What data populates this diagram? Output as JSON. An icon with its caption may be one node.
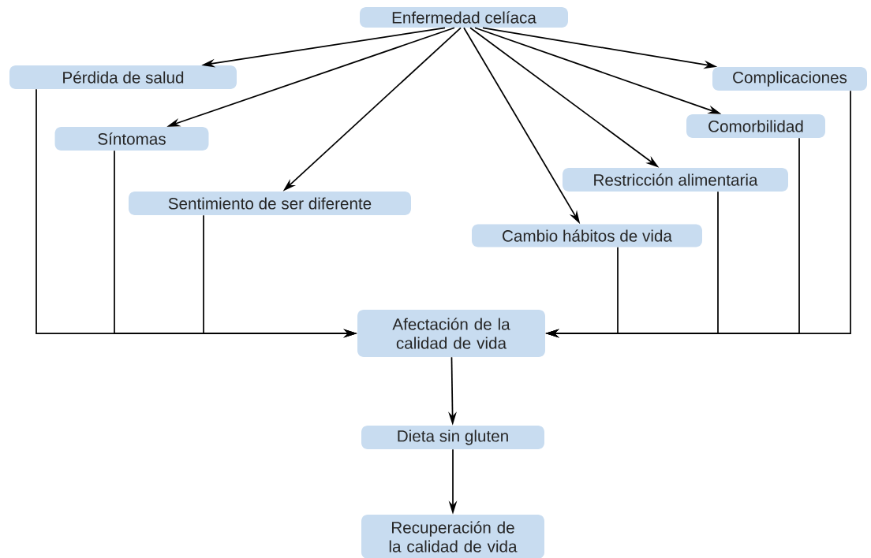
{
  "diagram": {
    "nodes": [
      {
        "text": [
          "Enfermedad celíaca"
        ]
      },
      {
        "text": [
          "Pérdida de salud"
        ]
      },
      {
        "text": [
          "Síntomas"
        ]
      },
      {
        "text": [
          "Sentimiento de ser diferente"
        ]
      },
      {
        "text": [
          "Cambio hábitos de vida"
        ]
      },
      {
        "text": [
          "Restricción alimentaria"
        ]
      },
      {
        "text": [
          "Comorbilidad"
        ]
      },
      {
        "text": [
          "Complicaciones"
        ]
      },
      {
        "text": [
          "Afectación de la calidad de vida"
        ]
      },
      {
        "text": [
          "Dieta sin gluten"
        ]
      },
      {
        "text": [
          "Recuperación de la calidad de vida"
        ]
      }
    ],
    "edges": [
      {
        "from": 0,
        "to": 1,
        "arrow": "to"
      },
      {
        "from": 0,
        "to": 2,
        "arrow": "to"
      },
      {
        "from": 0,
        "to": 3,
        "arrow": "to"
      },
      {
        "from": 0,
        "to": 4,
        "arrow": "to"
      },
      {
        "from": 0,
        "to": 5,
        "arrow": "to"
      },
      {
        "from": 0,
        "to": 6,
        "arrow": "to"
      },
      {
        "from": 0,
        "to": 7,
        "arrow": "to"
      },
      {
        "from": 1,
        "to": 8,
        "arrow": "to"
      },
      {
        "from": 2,
        "to": 8,
        "arrow": "to"
      },
      {
        "from": 3,
        "to": 8,
        "arrow": "to"
      },
      {
        "from": 4,
        "to": 8,
        "arrow": "to"
      },
      {
        "from": 5,
        "to": 8,
        "arrow": "to"
      },
      {
        "from": 6,
        "to": 8,
        "arrow": "to"
      },
      {
        "from": 7,
        "to": 8,
        "arrow": "to"
      },
      {
        "from": 8,
        "to": 9,
        "arrow": "to"
      },
      {
        "from": 9,
        "to": 10,
        "arrow": "to"
      }
    ]
  }
}
